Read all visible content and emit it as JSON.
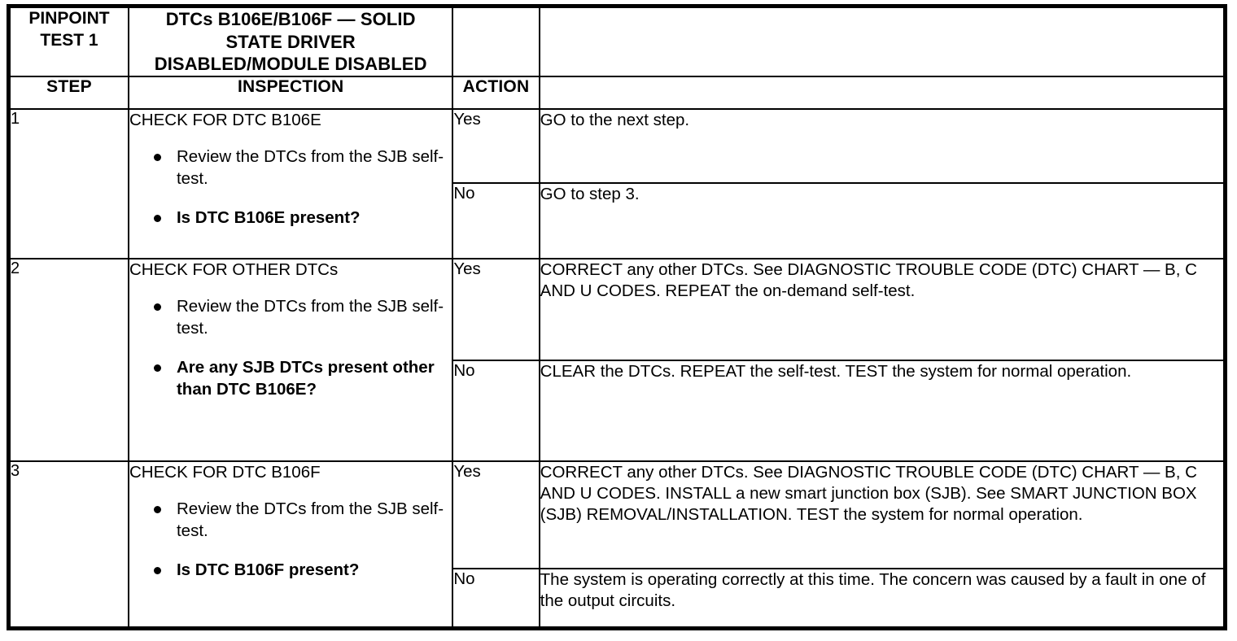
{
  "document": {
    "type": "pinpoint-test-table",
    "pinpoint_label_line1": "PINPOINT",
    "pinpoint_label_line2": "TEST 1",
    "pinpoint_label": "PINPOINT TEST 1",
    "title_line1": "DTCs B106E/B106F — SOLID",
    "title_line2": "STATE DRIVER",
    "title_line3": "DISABLED/MODULE DISABLED",
    "title_full": "DTCs B106E/B106F — SOLID STATE DRIVER DISABLED/MODULE DISABLED"
  },
  "columns": {
    "step": "STEP",
    "inspection": "INSPECTION",
    "action": "ACTION",
    "result": ""
  },
  "rows": [
    {
      "step": "1",
      "inspection_title": "CHECK FOR DTC B106E",
      "bullets": [
        {
          "text": "Review the DTCs from the SJB self-test.",
          "bold": false
        },
        {
          "text": "Is DTC B106E present?",
          "bold": true
        }
      ],
      "outcomes": [
        {
          "action": "Yes",
          "result": "GO to the next step."
        },
        {
          "action": "No",
          "result": "GO to step 3."
        }
      ]
    },
    {
      "step": "2",
      "inspection_title": "CHECK FOR OTHER DTCs",
      "bullets": [
        {
          "text": "Review the DTCs from the SJB self-test.",
          "bold": false
        },
        {
          "text": "Are any SJB DTCs present other than DTC B106E?",
          "bold": true
        }
      ],
      "outcomes": [
        {
          "action": "Yes",
          "result": "CORRECT any other DTCs. See DIAGNOSTIC TROUBLE CODE (DTC) CHART — B, C AND U CODES. REPEAT the on-demand self-test."
        },
        {
          "action": "No",
          "result": "CLEAR the DTCs. REPEAT the self-test. TEST the system for normal operation."
        }
      ]
    },
    {
      "step": "3",
      "inspection_title": "CHECK FOR DTC B106F",
      "bullets": [
        {
          "text": "Review the DTCs from the SJB self-test.",
          "bold": false
        },
        {
          "text": "Is DTC B106F present?",
          "bold": true
        }
      ],
      "outcomes": [
        {
          "action": "Yes",
          "result": "CORRECT any other DTCs. See DIAGNOSTIC TROUBLE CODE (DTC) CHART — B, C AND U CODES. INSTALL a new smart junction box (SJB). See SMART JUNCTION BOX (SJB) REMOVAL/INSTALLATION. TEST the system for normal operation."
        },
        {
          "action": "No",
          "result": "The system is operating correctly at this time. The concern was caused by a fault in one of the output circuits."
        }
      ]
    }
  ],
  "colors": {
    "border": "#000000",
    "background": "#ffffff",
    "text": "#000000"
  }
}
